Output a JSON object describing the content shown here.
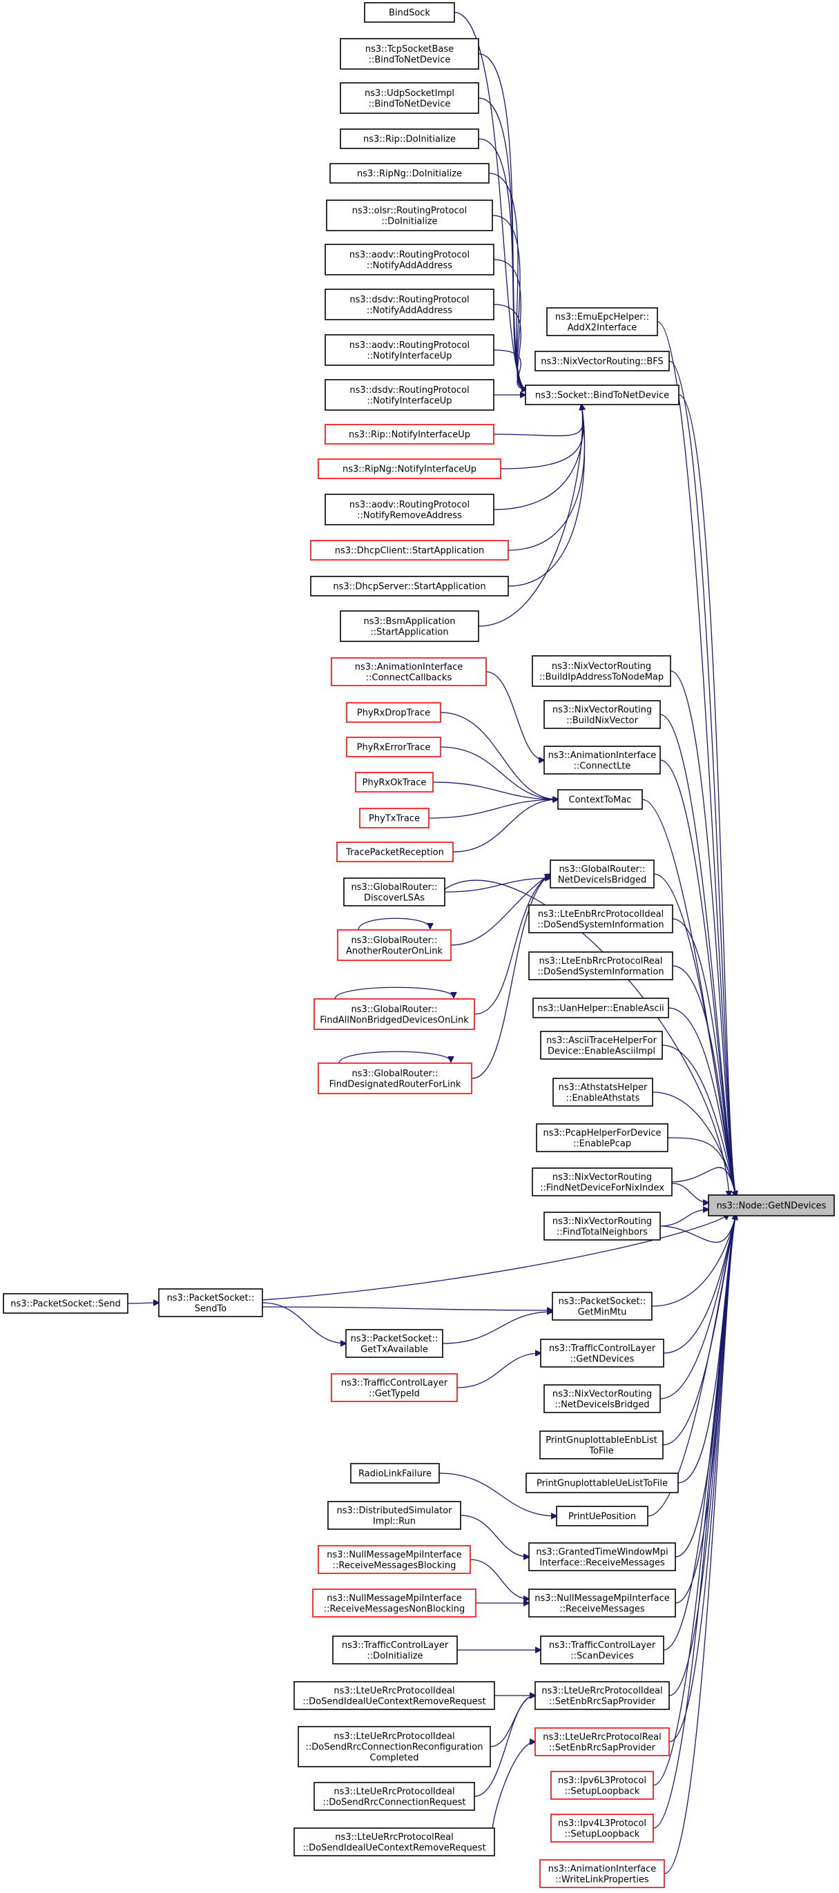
{
  "diagram": {
    "nodes": [
      {
        "id": "bindsock",
        "lines": [
          "BindSock"
        ],
        "color": "black"
      },
      {
        "id": "tcpbind",
        "lines": [
          "ns3::TcpSocketBase",
          "::BindToNetDevice"
        ],
        "color": "black"
      },
      {
        "id": "udpbind",
        "lines": [
          "ns3::UdpSocketImpl",
          "::BindToNetDevice"
        ],
        "color": "black"
      },
      {
        "id": "ripinit",
        "lines": [
          "ns3::Rip::DoInitialize"
        ],
        "color": "black"
      },
      {
        "id": "ripnginit",
        "lines": [
          "ns3::RipNg::DoInitialize"
        ],
        "color": "black"
      },
      {
        "id": "olsrinit",
        "lines": [
          "ns3::olsr::RoutingProtocol",
          "::DoInitialize"
        ],
        "color": "black"
      },
      {
        "id": "aodvaddr",
        "lines": [
          "ns3::aodv::RoutingProtocol",
          "::NotifyAddAddress"
        ],
        "color": "black"
      },
      {
        "id": "dsdvaddr",
        "lines": [
          "ns3::dsdv::RoutingProtocol",
          "::NotifyAddAddress"
        ],
        "color": "black"
      },
      {
        "id": "aodvup",
        "lines": [
          "ns3::aodv::RoutingProtocol",
          "::NotifyInterfaceUp"
        ],
        "color": "black"
      },
      {
        "id": "dsdvup",
        "lines": [
          "ns3::dsdv::RoutingProtocol",
          "::NotifyInterfaceUp"
        ],
        "color": "black"
      },
      {
        "id": "ripup",
        "lines": [
          "ns3::Rip::NotifyInterfaceUp"
        ],
        "color": "red"
      },
      {
        "id": "ripngup",
        "lines": [
          "ns3::RipNg::NotifyInterfaceUp"
        ],
        "color": "red"
      },
      {
        "id": "aodvremove",
        "lines": [
          "ns3::aodv::RoutingProtocol",
          "::NotifyRemoveAddress"
        ],
        "color": "black"
      },
      {
        "id": "dhcpclient",
        "lines": [
          "ns3::DhcpClient::StartApplication"
        ],
        "color": "red"
      },
      {
        "id": "dhcpserver",
        "lines": [
          "ns3::DhcpServer::StartApplication"
        ],
        "color": "black"
      },
      {
        "id": "bsmapp",
        "lines": [
          "ns3::BsmApplication",
          "::StartApplication"
        ],
        "color": "black"
      },
      {
        "id": "emuepc",
        "lines": [
          "ns3::EmuEpcHelper::",
          "AddX2Interface"
        ],
        "color": "black"
      },
      {
        "id": "nixbfs",
        "lines": [
          "ns3::NixVectorRouting::BFS"
        ],
        "color": "black"
      },
      {
        "id": "sockbind",
        "lines": [
          "ns3::Socket::BindToNetDevice"
        ],
        "color": "black"
      },
      {
        "id": "nixbuildmap",
        "lines": [
          "ns3::NixVectorRouting",
          "::BuildIpAddressToNodeMap"
        ],
        "color": "black"
      },
      {
        "id": "nixbuildvec",
        "lines": [
          "ns3::NixVectorRouting",
          "::BuildNixVector"
        ],
        "color": "black"
      },
      {
        "id": "animconnectcb",
        "lines": [
          "ns3::AnimationInterface",
          "::ConnectCallbacks"
        ],
        "color": "red"
      },
      {
        "id": "animconnectlte",
        "lines": [
          "ns3::AnimationInterface",
          "::ConnectLte"
        ],
        "color": "black"
      },
      {
        "id": "phyrxdrop",
        "lines": [
          "PhyRxDropTrace"
        ],
        "color": "red"
      },
      {
        "id": "phyrxerror",
        "lines": [
          "PhyRxErrorTrace"
        ],
        "color": "red"
      },
      {
        "id": "phyrxok",
        "lines": [
          "PhyRxOkTrace"
        ],
        "color": "red"
      },
      {
        "id": "phytx",
        "lines": [
          "PhyTxTrace"
        ],
        "color": "red"
      },
      {
        "id": "contexttomac",
        "lines": [
          "ContextToMac"
        ],
        "color": "black"
      },
      {
        "id": "tracepacket",
        "lines": [
          "TracePacketReception"
        ],
        "color": "red"
      },
      {
        "id": "grnetbridged",
        "lines": [
          "ns3::GlobalRouter::",
          "NetDeviceIsBridged"
        ],
        "color": "black"
      },
      {
        "id": "grdiscover",
        "lines": [
          "ns3::GlobalRouter::",
          "DiscoverLSAs"
        ],
        "color": "black"
      },
      {
        "id": "granother",
        "lines": [
          "ns3::GlobalRouter::",
          "AnotherRouterOnLink"
        ],
        "color": "red"
      },
      {
        "id": "grfindall",
        "lines": [
          "ns3::GlobalRouter::",
          "FindAllNonBridgedDevicesOnLink"
        ],
        "color": "red"
      },
      {
        "id": "grfinddesig",
        "lines": [
          "ns3::GlobalRouter::",
          "FindDesignatedRouterForLink"
        ],
        "color": "red"
      },
      {
        "id": "ltesysinfoideal",
        "lines": [
          "ns3::LteEnbRrcProtocolIdeal",
          "::DoSendSystemInformation"
        ],
        "color": "black"
      },
      {
        "id": "ltesysinforeal",
        "lines": [
          "ns3::LteEnbRrcProtocolReal",
          "::DoSendSystemInformation"
        ],
        "color": "black"
      },
      {
        "id": "uanascii",
        "lines": [
          "ns3::UanHelper::EnableAscii"
        ],
        "color": "black"
      },
      {
        "id": "asciitrace",
        "lines": [
          "ns3::AsciiTraceHelperFor",
          "Device::EnableAsciiImpl"
        ],
        "color": "black"
      },
      {
        "id": "athstats",
        "lines": [
          "ns3::AthstatsHelper",
          "::EnableAthstats"
        ],
        "color": "black"
      },
      {
        "id": "pcaphelper",
        "lines": [
          "ns3::PcapHelperForDevice",
          "::EnablePcap"
        ],
        "color": "black"
      },
      {
        "id": "nixfindnet",
        "lines": [
          "ns3::NixVectorRouting",
          "::FindNetDeviceForNixIndex"
        ],
        "color": "black"
      },
      {
        "id": "nixfindtotal",
        "lines": [
          "ns3::NixVectorRouting",
          "::FindTotalNeighbors"
        ],
        "color": "black"
      },
      {
        "id": "getndevices",
        "lines": [
          "ns3::Node::GetNDevices"
        ],
        "color": "focus"
      },
      {
        "id": "pssend",
        "lines": [
          "ns3::PacketSocket::Send"
        ],
        "color": "black"
      },
      {
        "id": "pssendto",
        "lines": [
          "ns3::PacketSocket::",
          "SendTo"
        ],
        "color": "black"
      },
      {
        "id": "psminmtu",
        "lines": [
          "ns3::PacketSocket::",
          "GetMinMtu"
        ],
        "color": "black"
      },
      {
        "id": "pstxavail",
        "lines": [
          "ns3::PacketSocket::",
          "GetTxAvailable"
        ],
        "color": "black"
      },
      {
        "id": "tclgetn",
        "lines": [
          "ns3::TrafficControlLayer",
          "::GetNDevices"
        ],
        "color": "black"
      },
      {
        "id": "tclgettype",
        "lines": [
          "ns3::TrafficControlLayer",
          "::GetTypeId"
        ],
        "color": "red"
      },
      {
        "id": "nixnetbridged",
        "lines": [
          "ns3::NixVectorRouting",
          "::NetDeviceIsBridged"
        ],
        "color": "black"
      },
      {
        "id": "printenb",
        "lines": [
          "PrintGnuplottableEnbList",
          "ToFile"
        ],
        "color": "black"
      },
      {
        "id": "printue",
        "lines": [
          "PrintGnuplottableUeListToFile"
        ],
        "color": "black"
      },
      {
        "id": "radiolink",
        "lines": [
          "RadioLinkFailure"
        ],
        "color": "black"
      },
      {
        "id": "printuepos",
        "lines": [
          "PrintUePosition"
        ],
        "color": "black"
      },
      {
        "id": "distsim",
        "lines": [
          "ns3::DistributedSimulator",
          "Impl::Run"
        ],
        "color": "black"
      },
      {
        "id": "grantedrecv",
        "lines": [
          "ns3::GrantedTimeWindowMpi",
          "Interface::ReceiveMessages"
        ],
        "color": "black"
      },
      {
        "id": "nullblocking",
        "lines": [
          "ns3::NullMessageMpiInterface",
          "::ReceiveMessagesBlocking"
        ],
        "color": "red"
      },
      {
        "id": "nullnonblocking",
        "lines": [
          "ns3::NullMessageMpiInterface",
          "::ReceiveMessagesNonBlocking"
        ],
        "color": "red"
      },
      {
        "id": "nullrecv",
        "lines": [
          "ns3::NullMessageMpiInterface",
          "::ReceiveMessages"
        ],
        "color": "black"
      },
      {
        "id": "tclinit",
        "lines": [
          "ns3::TrafficControlLayer",
          "::DoInitialize"
        ],
        "color": "black"
      },
      {
        "id": "tclscan",
        "lines": [
          "ns3::TrafficControlLayer",
          "::ScanDevices"
        ],
        "color": "black"
      },
      {
        "id": "ueremovereq",
        "lines": [
          "ns3::LteUeRrcProtocolIdeal",
          "::DoSendIdealUeContextRemoveRequest"
        ],
        "color": "black"
      },
      {
        "id": "uesetenbideal",
        "lines": [
          "ns3::LteUeRrcProtocolIdeal",
          "::SetEnbRrcSapProvider"
        ],
        "color": "black"
      },
      {
        "id": "uereconfig",
        "lines": [
          "ns3::LteUeRrcProtocolIdeal",
          "::DoSendRrcConnectionReconfiguration",
          "Completed"
        ],
        "color": "black"
      },
      {
        "id": "uesetenbreal",
        "lines": [
          "ns3::LteUeRrcProtocolReal",
          "::SetEnbRrcSapProvider"
        ],
        "color": "red"
      },
      {
        "id": "ueconnreq",
        "lines": [
          "ns3::LteUeRrcProtocolIdeal",
          "::DoSendRrcConnectionRequest"
        ],
        "color": "black"
      },
      {
        "id": "ipv6loop",
        "lines": [
          "ns3::Ipv6L3Protocol",
          "::SetupLoopback"
        ],
        "color": "red"
      },
      {
        "id": "ipv4loop",
        "lines": [
          "ns3::Ipv4L3Protocol",
          "::SetupLoopback"
        ],
        "color": "red"
      },
      {
        "id": "uerealremovereq",
        "lines": [
          "ns3::LteUeRrcProtocolReal",
          "::DoSendIdealUeContextRemoveRequest"
        ],
        "color": "black"
      },
      {
        "id": "animwritelink",
        "lines": [
          "ns3::AnimationInterface",
          "::WriteLinkProperties"
        ],
        "color": "red"
      }
    ],
    "colors": {
      "edge": "#191970",
      "box_default": "#000000",
      "box_red": "#ff0000",
      "focus_fill": "#bfbfbf"
    }
  }
}
